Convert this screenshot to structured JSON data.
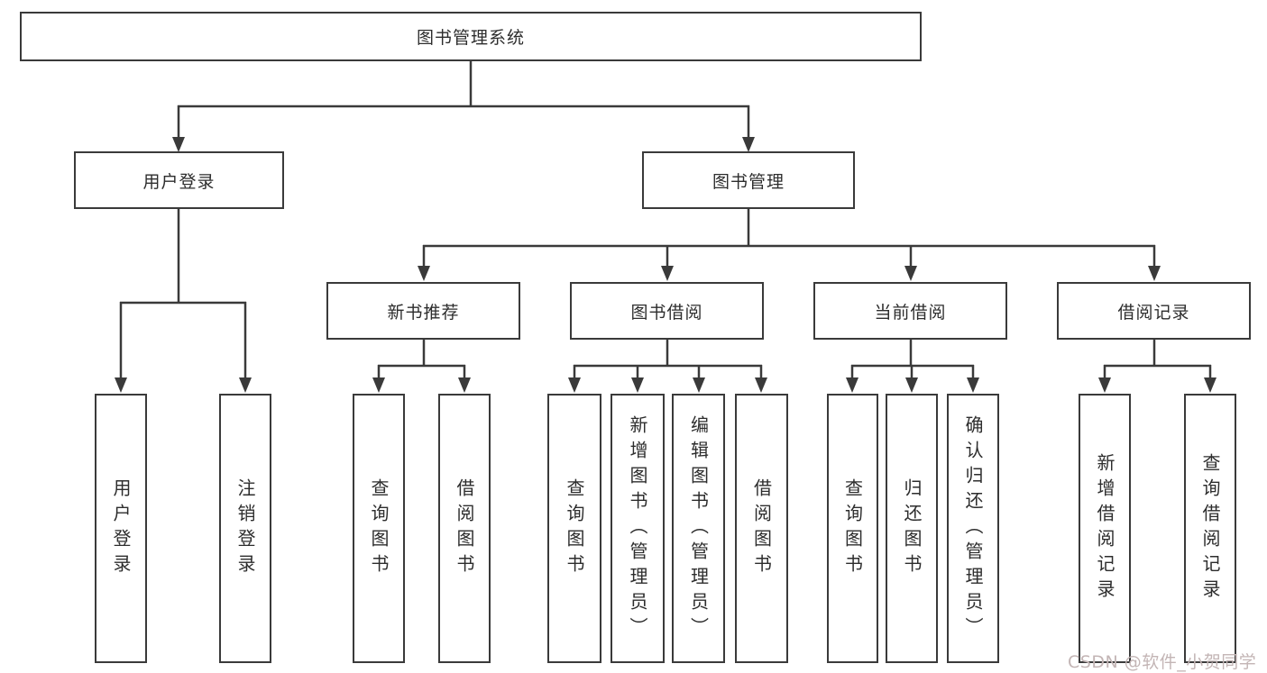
{
  "colors": {
    "line": "#3a3a3a",
    "box_border": "#3a3a3a",
    "text": "#2d2d2d",
    "watermark": "#c3b5b5"
  },
  "tree": {
    "label": "图书管理系统",
    "children": [
      {
        "label": "用户登录",
        "children": [
          {
            "label": "用户登录"
          },
          {
            "label": "注销登录"
          }
        ]
      },
      {
        "label": "图书管理",
        "children": [
          {
            "label": "新书推荐",
            "children": [
              {
                "label": "查询图书"
              },
              {
                "label": "借阅图书"
              }
            ]
          },
          {
            "label": "图书借阅",
            "children": [
              {
                "label": "查询图书"
              },
              {
                "label": "新增图书（管理员）"
              },
              {
                "label": "编辑图书（管理员）"
              },
              {
                "label": "借阅图书"
              }
            ]
          },
          {
            "label": "当前借阅",
            "children": [
              {
                "label": "查询图书"
              },
              {
                "label": "归还图书"
              },
              {
                "label": "确认归还（管理员）"
              }
            ]
          },
          {
            "label": "借阅记录",
            "children": [
              {
                "label": "新增借阅记录"
              },
              {
                "label": "查询借阅记录"
              }
            ]
          }
        ]
      }
    ]
  },
  "watermark": {
    "text": "CSDN @软件_小贺同学"
  }
}
